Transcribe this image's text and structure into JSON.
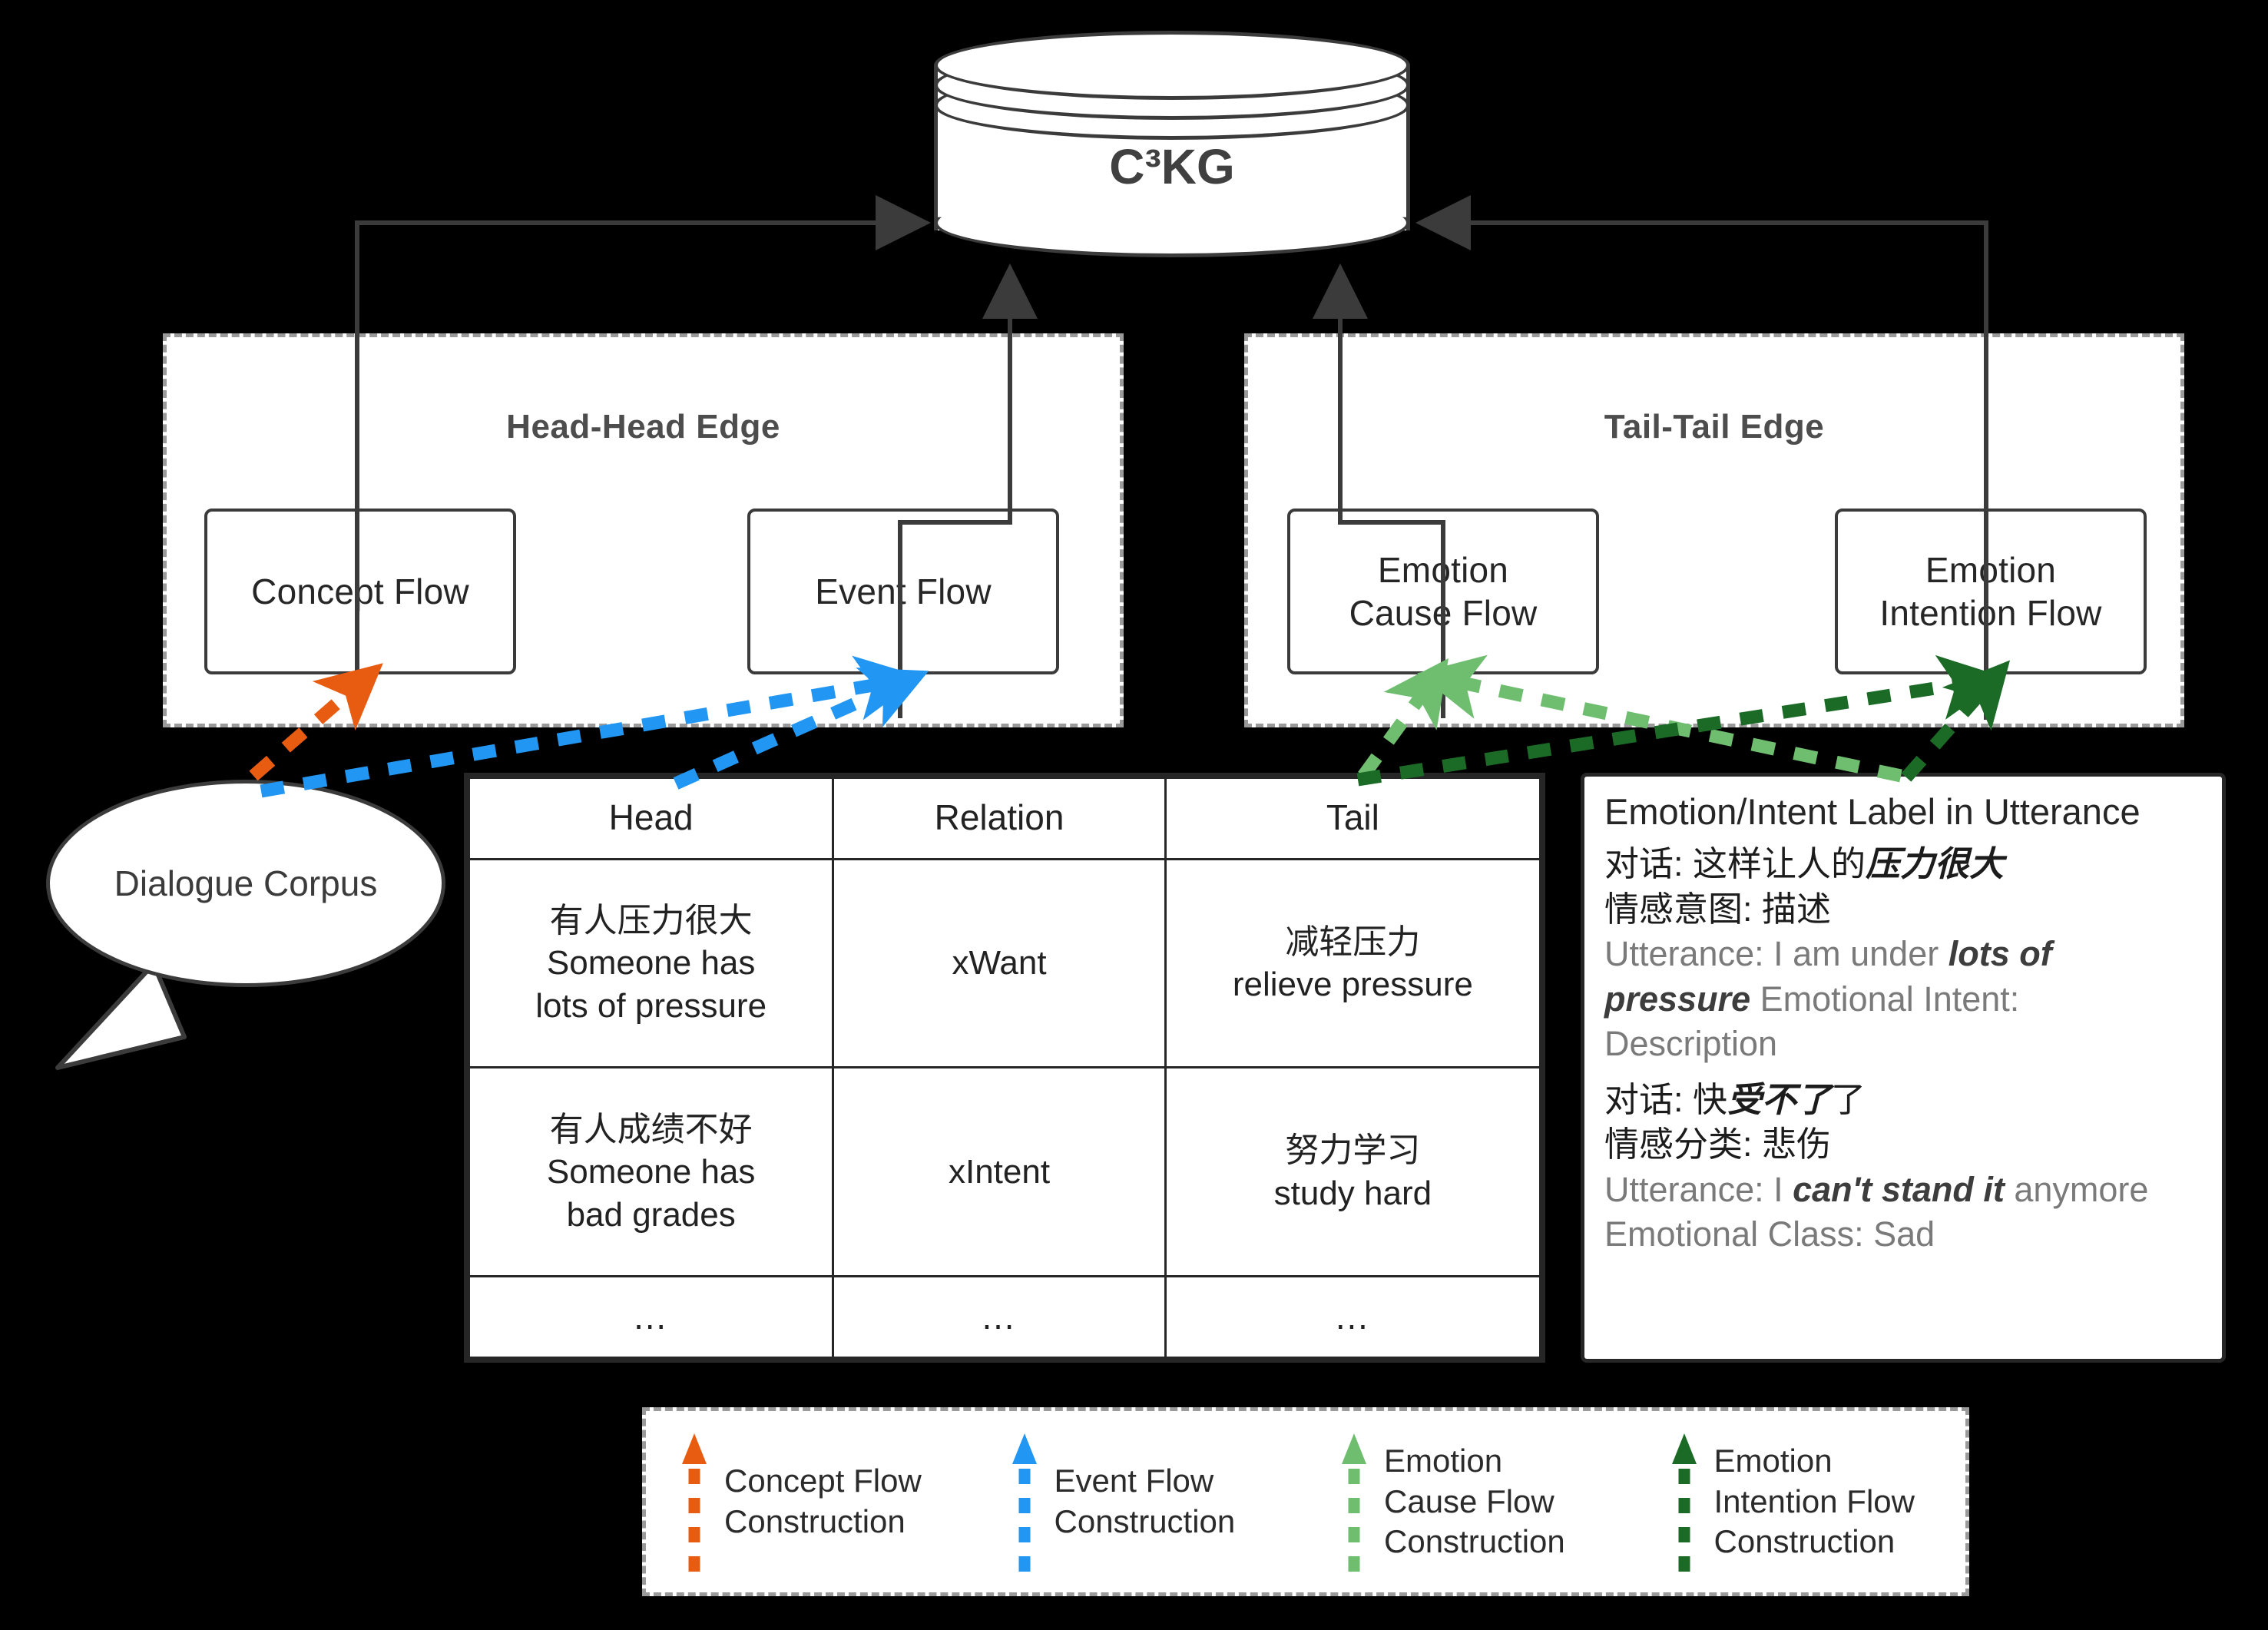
{
  "kg": {
    "label": "C³KG",
    "icon": "database-cylinder-icon"
  },
  "source": {
    "label": "Dialogue Corpus"
  },
  "groups": [
    {
      "title": "Head-Head Edge",
      "boxes": [
        {
          "label": "Concept Flow"
        },
        {
          "label": "Event Flow"
        }
      ]
    },
    {
      "title": "Tail-Tail Edge",
      "boxes": [
        {
          "label": "Emotion\nCause Flow"
        },
        {
          "label": "Emotion\nIntention Flow"
        }
      ]
    }
  ],
  "group_left_title": "Head-Head Edge",
  "group_right_title": "Tail-Tail Edge",
  "box_concept_flow": "Concept Flow",
  "box_event_flow": "Event Flow",
  "box_emotion_cause_line1": "Emotion",
  "box_emotion_cause_line2": "Cause Flow",
  "box_emotion_intention_line1": "Emotion",
  "box_emotion_intention_line2": "Intention Flow",
  "table": {
    "headers": [
      "Head",
      "Relation",
      "Tail"
    ],
    "rows": [
      {
        "head_cn": "有人压力很大",
        "head_en1": "Someone has",
        "head_en2": "lots of pressure",
        "relation": "xWant",
        "tail_cn": "减轻压力",
        "tail_en": "relieve pressure"
      },
      {
        "head_cn": "有人成绩不好",
        "head_en1": "Someone has",
        "head_en2": "bad grades",
        "relation": "xIntent",
        "tail_cn": "努力学习",
        "tail_en": "study hard"
      },
      {
        "head_cn": "…",
        "head_en1": "",
        "head_en2": "",
        "relation": "…",
        "tail_cn": "…",
        "tail_en": ""
      }
    ]
  },
  "panel": {
    "title": "Emotion/Intent Label in Utterance",
    "block1": {
      "cn_dialogue_label": "对话: ",
      "cn_dialogue_plain": "这样让人的",
      "cn_dialogue_bold": "压力很大",
      "cn_intent": "情感意图: 描述",
      "en_utterance_label": "Utterance: I am under ",
      "en_utterance_bold": "lots of pressure",
      "en_intent_label": "   Emotional Intent:",
      "en_intent_value": "Description"
    },
    "block2": {
      "cn_dialogue_label": "对话: ",
      "cn_dialogue_plain1": "快",
      "cn_dialogue_bold": "受不了",
      "cn_dialogue_plain2": "了",
      "cn_class": "情感分类: 悲伤",
      "en_utterance_label": "Utterance:  I ",
      "en_utterance_bold": "can't stand it",
      "en_utterance_tail": " anymore",
      "en_class": "Emotional Class: Sad"
    }
  },
  "legend": [
    {
      "icon": "dashed-arrow-up-icon",
      "color": "#E85C11",
      "line1": "Concept Flow",
      "line2": "Construction"
    },
    {
      "icon": "dashed-arrow-up-icon",
      "color": "#2196F3",
      "line1": "Event Flow",
      "line2": "Construction"
    },
    {
      "icon": "dashed-arrow-up-icon",
      "color": "#6FBE70",
      "line1": "Emotion",
      "line2": "Cause Flow",
      "line3": "Construction"
    },
    {
      "icon": "dashed-arrow-up-icon",
      "color": "#1B6B26",
      "line1": "Emotion",
      "line2": "Intention Flow",
      "line3": "Construction"
    }
  ],
  "colors": {
    "concept_flow": "#E85C11",
    "event_flow": "#2196F3",
    "emotion_cause_flow": "#6FBE70",
    "emotion_intention_flow": "#1B6B26",
    "stroke": "#3b3b3b",
    "group_border": "#9a9a9a",
    "background": "#000000"
  }
}
